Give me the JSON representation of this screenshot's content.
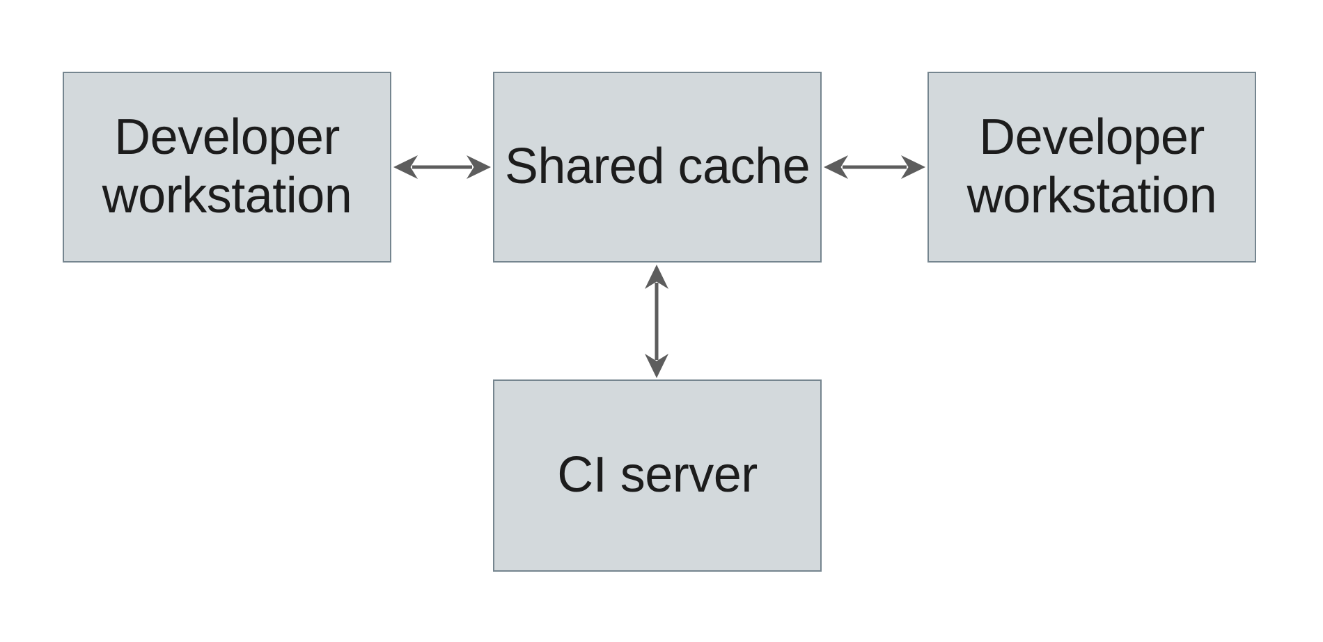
{
  "diagram": {
    "nodes": {
      "dev_left": {
        "label": "Developer workstation"
      },
      "shared_cache": {
        "label": "Shared cache"
      },
      "dev_right": {
        "label": "Developer workstation"
      },
      "ci_server": {
        "label": "CI server"
      }
    },
    "edges": [
      {
        "from": "dev_left",
        "to": "shared_cache",
        "direction": "bidirectional"
      },
      {
        "from": "shared_cache",
        "to": "dev_right",
        "direction": "bidirectional"
      },
      {
        "from": "shared_cache",
        "to": "ci_server",
        "direction": "bidirectional"
      }
    ],
    "colors": {
      "background": "#ffffff",
      "node_fill": "#d3d9dc",
      "node_border": "#75858f",
      "arrow": "#5d5d5d",
      "text": "#1c1c1c"
    }
  }
}
